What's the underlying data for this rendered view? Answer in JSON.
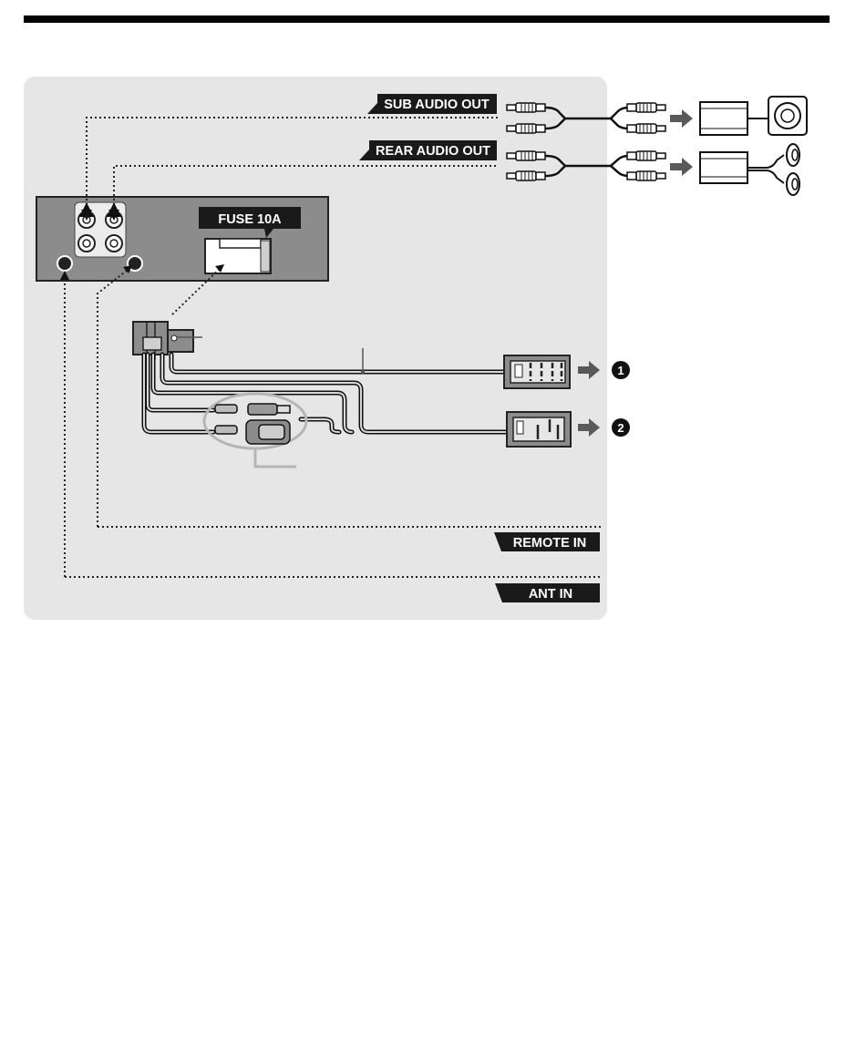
{
  "labels": {
    "sub_audio_out": "SUB AUDIO OUT",
    "rear_audio_out": "REAR AUDIO OUT",
    "fuse": "FUSE 10A",
    "remote_in": "REMOTE IN",
    "ant_in": "ANT IN"
  },
  "markers": {
    "connector_1": "1",
    "connector_2": "2"
  },
  "colors": {
    "panel": "#e6e6e6",
    "label_bg": "#1a1a1a",
    "unit_body": "#8c8c8c",
    "arrow": "#5a5a5a"
  }
}
